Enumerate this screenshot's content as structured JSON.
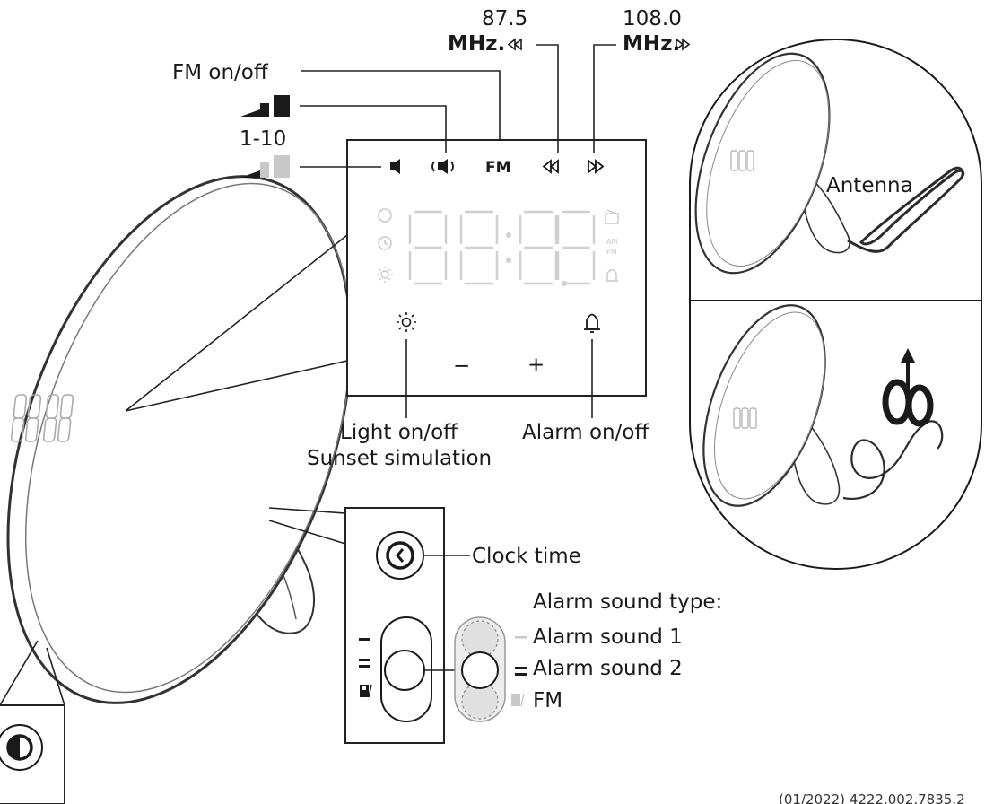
{
  "labels": {
    "fm_on_off": "FM on/off",
    "volume_range": "1-10",
    "freq_min_value": "87.5",
    "freq_min_unit": "MHz.",
    "freq_max_value": "108.0",
    "freq_max_unit": "MHz.",
    "antenna": "Antenna",
    "light_on_off": "Light on/off",
    "sunset_simulation": "Sunset simulation",
    "alarm_on_off": "Alarm on/off",
    "clock_time": "Clock time",
    "alarm_sound_type": "Alarm sound type:",
    "alarm_sound_1": "Alarm sound 1",
    "alarm_sound_2": "Alarm sound 2",
    "fm": "FM"
  },
  "display": {
    "fm_indicator": "FM",
    "minus": "−",
    "plus": "+",
    "am": "AM",
    "pm": "PM"
  },
  "footer": {
    "doc_number": "(01/2022) 4222.002.7835.2"
  },
  "icons": [
    "volume-low-icon",
    "volume-high-icon",
    "rewind-icon",
    "fast-forward-icon",
    "sun-icon",
    "bell-icon",
    "clock-icon",
    "radio-icon",
    "brightness-icon",
    "signal-bars-icon"
  ]
}
